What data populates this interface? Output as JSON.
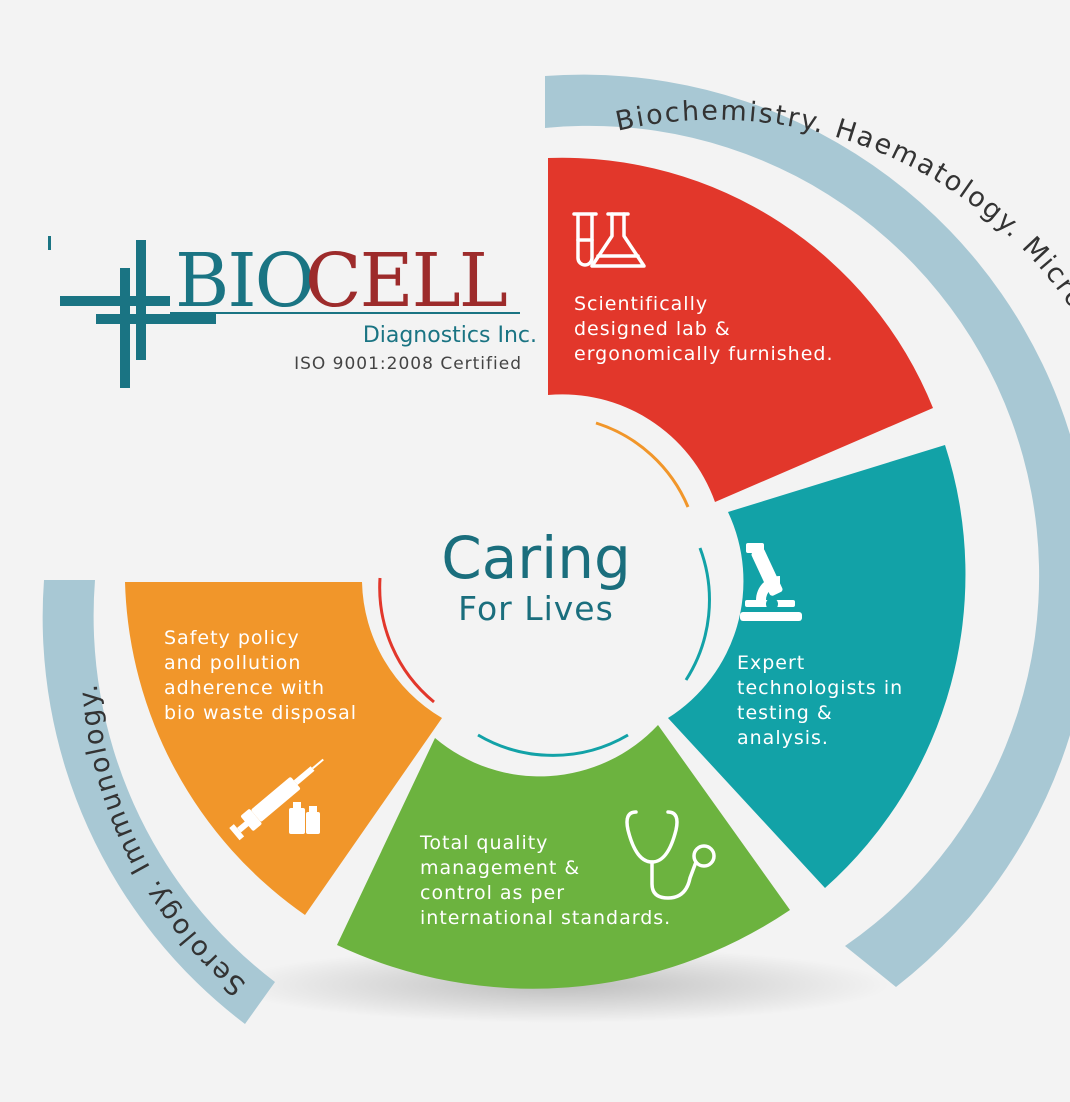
{
  "logo": {
    "part1": "BIO",
    "part2": "CELL",
    "subtitle": "Diagnostics Inc.",
    "certification": "ISO 9001:2008 Certified"
  },
  "center": {
    "title": "Caring",
    "subtitle": "For Lives"
  },
  "ring_labels": {
    "outer_right": "Biochemistry.  Haematology.  Microbiology.  Clinical pathology.",
    "outer_left": "Serology.  Immunology."
  },
  "segments": [
    {
      "key": "lab",
      "color": "#e2372b",
      "icon": "lab-glassware-icon",
      "lines": [
        "Scientifically",
        "designed lab &",
        "ergonomically furnished."
      ]
    },
    {
      "key": "tech",
      "color": "#12a2a7",
      "icon": "microscope-icon",
      "lines": [
        "Expert",
        "technologists in",
        "testing &",
        "analysis."
      ]
    },
    {
      "key": "quality",
      "color": "#6cb33f",
      "icon": "stethoscope-icon",
      "lines": [
        "Total quality",
        "management &",
        "control as per",
        "international standards."
      ]
    },
    {
      "key": "safety",
      "color": "#f1962a",
      "icon": "syringe-vials-icon",
      "lines": [
        "Safety policy",
        "and pollution",
        "adherence with",
        "bio waste disposal"
      ]
    }
  ],
  "colors": {
    "ring": "#a8c8d4",
    "logo_teal": "#1a7483",
    "logo_red": "#9d2b2b",
    "center_text": "#1a6e7d"
  }
}
